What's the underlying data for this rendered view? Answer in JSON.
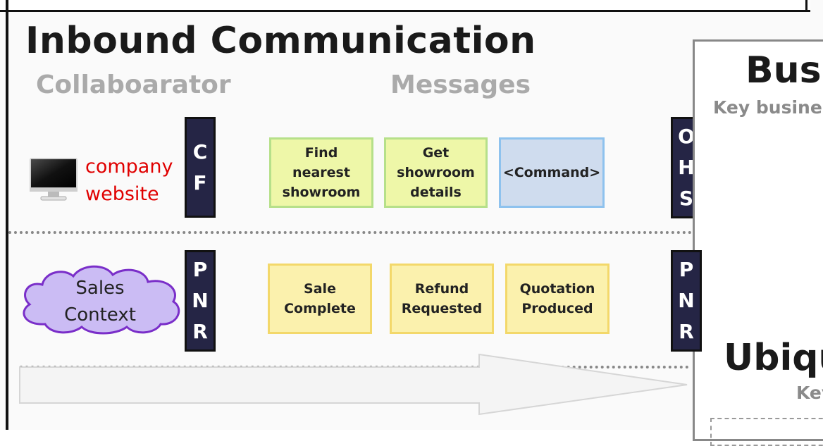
{
  "title": "Inbound Communication",
  "columns": {
    "collaborator": "Collaboarator",
    "messages": "Messages"
  },
  "rows": [
    {
      "collaborator": {
        "icon": "computer-monitor-icon",
        "lines": [
          "company",
          "website"
        ],
        "color": "#e00000"
      },
      "relationship": [
        "C",
        "F"
      ],
      "messages": [
        {
          "text": "Find nearest showroom",
          "kind": "query",
          "color": "#eef7a8"
        },
        {
          "text": "Get showroom details",
          "kind": "query",
          "color": "#eef7a8"
        },
        {
          "text": "<Command>",
          "kind": "command",
          "color": "#cfdcee"
        }
      ],
      "exposed_relationship": [
        "O",
        "H",
        "S"
      ]
    },
    {
      "collaborator": {
        "icon": "cloud-icon",
        "lines": [
          "Sales",
          "Context"
        ],
        "color": "#cbbcf4"
      },
      "relationship": [
        "P",
        "N",
        "R"
      ],
      "messages": [
        {
          "text": "Sale Complete",
          "kind": "event",
          "color": "#fbf1ad"
        },
        {
          "text": "Refund Requested",
          "kind": "event",
          "color": "#fbf1ad"
        },
        {
          "text": "Quotation Produced",
          "kind": "event",
          "color": "#fbf1ad"
        }
      ],
      "exposed_relationship": [
        "P",
        "N",
        "R"
      ]
    }
  ],
  "bounded_context": {
    "business_title": "Busi",
    "business_subtitle": "Key busines",
    "ubiquitous_title": "Ubiqu",
    "ubiquitous_subtitle": "Key"
  }
}
